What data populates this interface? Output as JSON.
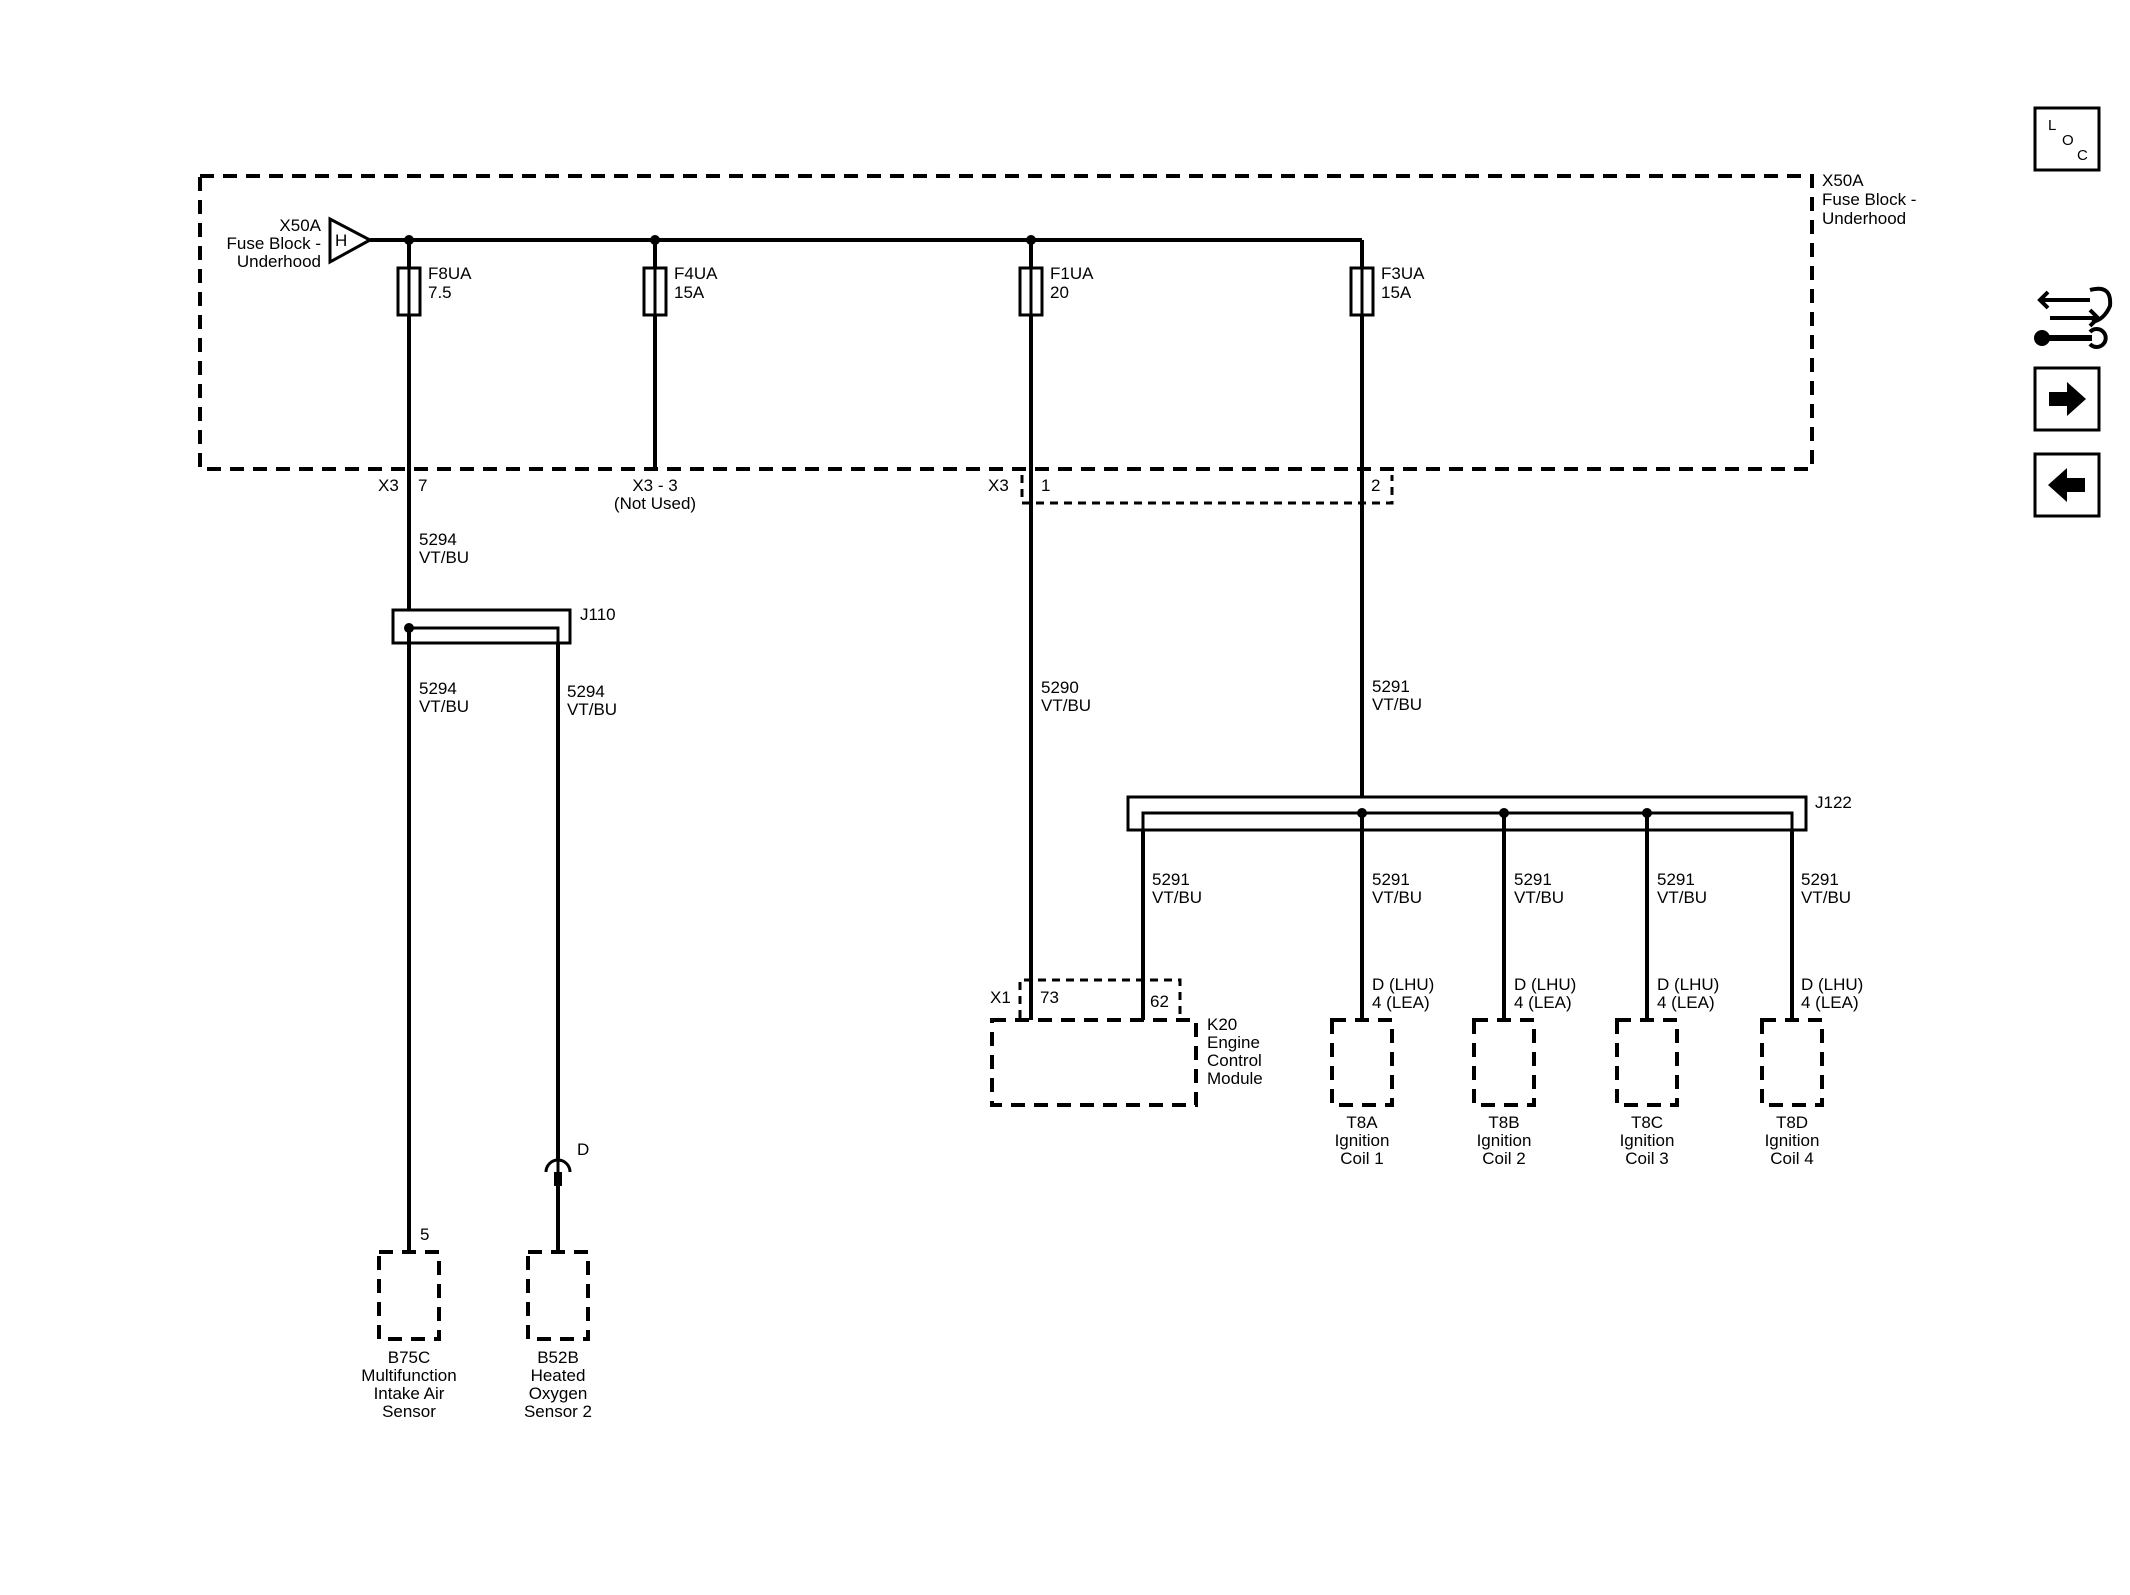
{
  "fuse_block": {
    "label": [
      "X50A",
      "Fuse Block -",
      "Underhood"
    ],
    "source_label": [
      "X50A",
      "Fuse Block -",
      "Underhood"
    ],
    "source_pin": "H"
  },
  "fuses": [
    {
      "name": "F8UA",
      "rating": "7.5"
    },
    {
      "name": "F4UA",
      "rating": "15A"
    },
    {
      "name": "F1UA",
      "rating": "20"
    },
    {
      "name": "F3UA",
      "rating": "15A"
    }
  ],
  "connectors": {
    "x3_left": "X3",
    "x3_left_pin": "7",
    "x3_unused": "X3 - 3",
    "x3_unused_note": "(Not Used)",
    "x3_right": "X3",
    "x3_right_pin1": "1",
    "x3_right_pin2": "2",
    "x1": "X1",
    "x1_pin73": "73",
    "x1_pin62": "62"
  },
  "splices": {
    "j110": "J110",
    "j122": "J122"
  },
  "wires": {
    "w5294_main": [
      "5294",
      "VT/BU"
    ],
    "w5294_left": [
      "5294",
      "VT/BU"
    ],
    "w5294_right": [
      "5294",
      "VT/BU"
    ],
    "w5290": [
      "5290",
      "VT/BU"
    ],
    "w5291_main": [
      "5291",
      "VT/BU"
    ],
    "w5291_ecm": [
      "5291",
      "VT/BU"
    ],
    "w5291_c1": [
      "5291",
      "VT/BU"
    ],
    "w5291_c2": [
      "5291",
      "VT/BU"
    ],
    "w5291_c3": [
      "5291",
      "VT/BU"
    ],
    "w5291_c4": [
      "5291",
      "VT/BU"
    ]
  },
  "components": {
    "ecm": [
      "K20",
      "Engine",
      "Control",
      "Module"
    ],
    "maf": [
      "B75C",
      "Multifunction",
      "Intake Air",
      "Sensor"
    ],
    "maf_pin": "5",
    "o2": [
      "B52B",
      "Heated",
      "Oxygen",
      "Sensor 2"
    ],
    "o2_pin": "D",
    "coils": [
      {
        "pin": [
          "D (LHU)",
          "4  (LEA)"
        ],
        "label": [
          "T8A",
          "Ignition",
          "Coil 1"
        ]
      },
      {
        "pin": [
          "D (LHU)",
          "4  (LEA)"
        ],
        "label": [
          "T8B",
          "Ignition",
          "Coil 2"
        ]
      },
      {
        "pin": [
          "D (LHU)",
          "4  (LEA)"
        ],
        "label": [
          "T8C",
          "Ignition",
          "Coil 3"
        ]
      },
      {
        "pin": [
          "D (LHU)",
          "4  (LEA)"
        ],
        "label": [
          "T8D",
          "Ignition",
          "Coil 4"
        ]
      }
    ]
  },
  "nav": {
    "loc": [
      "L",
      "O",
      "C"
    ],
    "icons": [
      "loc-icon",
      "wrench-arrows-icon",
      "arrow-right-icon",
      "arrow-left-icon"
    ]
  }
}
